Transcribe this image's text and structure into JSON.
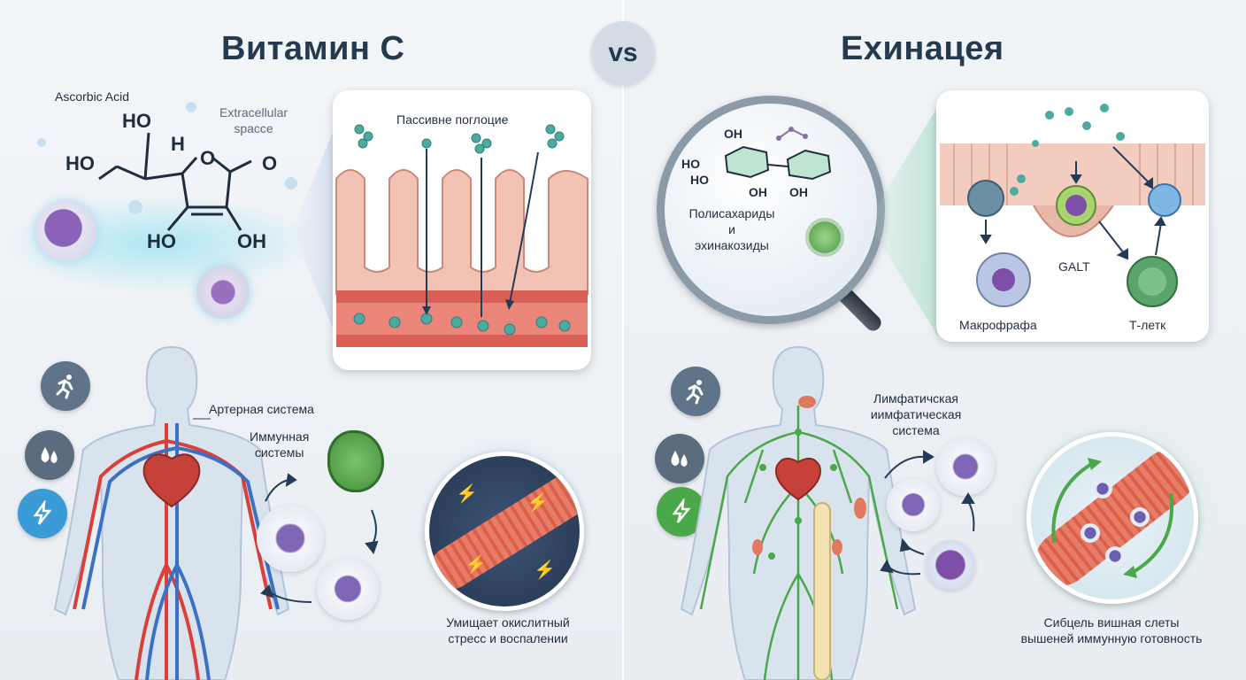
{
  "left": {
    "title": "Витамин C",
    "molecule_name": "Ascorbic Acid",
    "extracellular": "Extracellular\nspacce",
    "chem": {
      "ho_top": "HO",
      "h": "H",
      "ho_left": "HO",
      "o_ring": "O",
      "o_carbonyl": "O",
      "ho_bottom": "HO",
      "oh_bottom": "OH"
    },
    "inset_label": "Пассивне поглоцие",
    "arterial_label": "Артерная система",
    "immune_label": "Иммунная\nсистемы",
    "muscle_caption": "Умищает окислитный\nстресс и воспалении",
    "icons": [
      "running-icon",
      "droplets-icon",
      "lightning-icon"
    ]
  },
  "vs_label": "vs",
  "right": {
    "title": "Exинацея",
    "magnifier_label": "Полисахариды\nи\nэхинакозиды",
    "chem": {
      "oh1": "OH",
      "ho1": "HO",
      "ho2": "HO",
      "oh2": "OH",
      "oh3": "OH"
    },
    "galt_label": "GALT",
    "macrophage_label": "Макрофрафа",
    "tcell_label": "Т-летк",
    "lymph_label": "Лимфатичская\nиимфатическая\nсистема",
    "muscle_caption": "Сибцель вишная слеты\nвышеней иммунную готовность",
    "icons": [
      "running-icon",
      "droplets-icon",
      "lightning-icon"
    ]
  },
  "colors": {
    "title": "#25394f",
    "accent_blue": "#3a9bd6",
    "lymph_green": "#4aa84a",
    "artery_red": "#d9403a",
    "vein_blue": "#3d6fc4"
  }
}
